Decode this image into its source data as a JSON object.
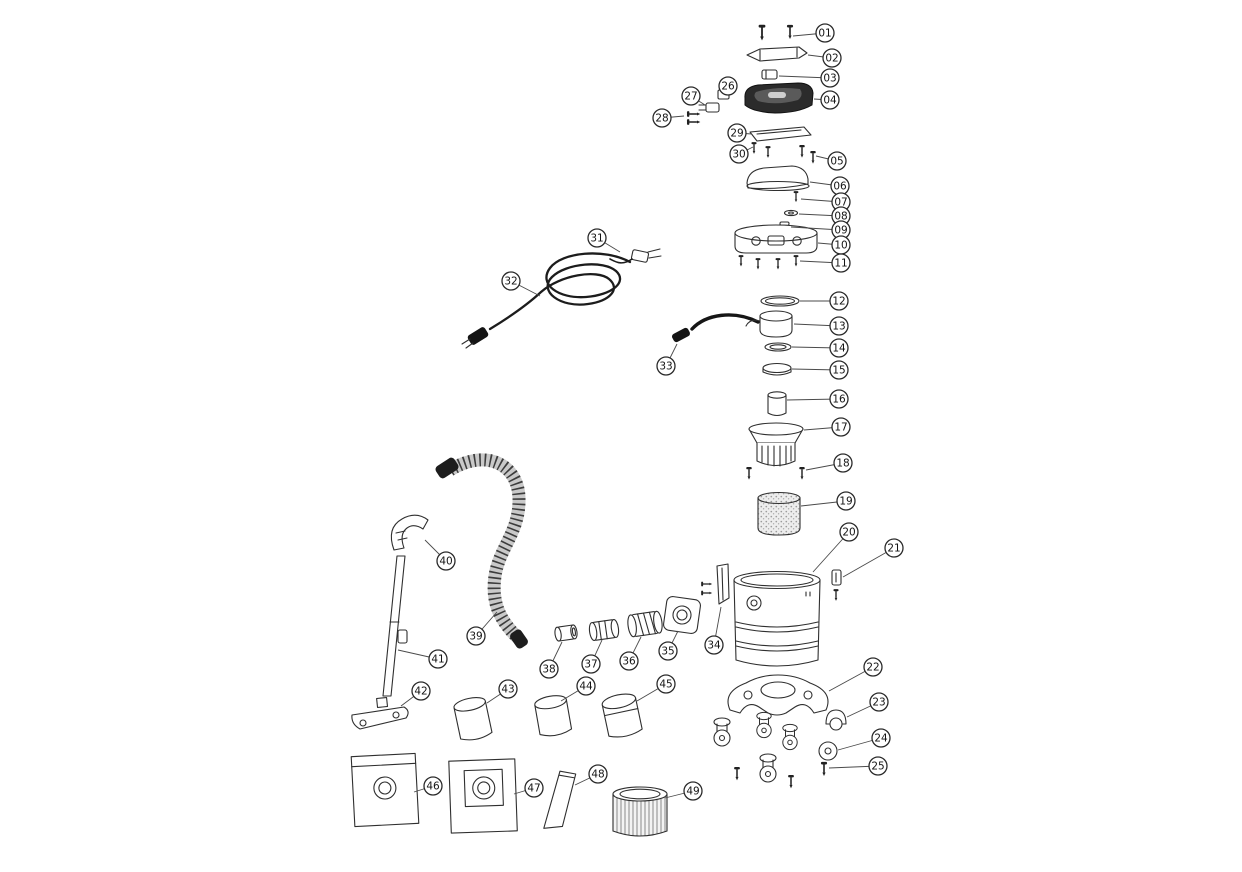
{
  "diagram": {
    "ink_color": "#2f2f2f",
    "background_color": "#ffffff",
    "callouts": [
      {
        "label": "01"
      },
      {
        "label": "02"
      },
      {
        "label": "03"
      },
      {
        "label": "04"
      },
      {
        "label": "05"
      },
      {
        "label": "06"
      },
      {
        "label": "07"
      },
      {
        "label": "08"
      },
      {
        "label": "09"
      },
      {
        "label": "10"
      },
      {
        "label": "11"
      },
      {
        "label": "12"
      },
      {
        "label": "13"
      },
      {
        "label": "14"
      },
      {
        "label": "15"
      },
      {
        "label": "16"
      },
      {
        "label": "17"
      },
      {
        "label": "18"
      },
      {
        "label": "19"
      },
      {
        "label": "20"
      },
      {
        "label": "21"
      },
      {
        "label": "22"
      },
      {
        "label": "23"
      },
      {
        "label": "24"
      },
      {
        "label": "25"
      },
      {
        "label": "26"
      },
      {
        "label": "27"
      },
      {
        "label": "28"
      },
      {
        "label": "29"
      },
      {
        "label": "30"
      },
      {
        "label": "31"
      },
      {
        "label": "32"
      },
      {
        "label": "33"
      },
      {
        "label": "34"
      },
      {
        "label": "35"
      },
      {
        "label": "36"
      },
      {
        "label": "37"
      },
      {
        "label": "38"
      },
      {
        "label": "39"
      },
      {
        "label": "40"
      },
      {
        "label": "41"
      },
      {
        "label": "42"
      },
      {
        "label": "43"
      },
      {
        "label": "44"
      },
      {
        "label": "45"
      },
      {
        "label": "46"
      },
      {
        "label": "47"
      },
      {
        "label": "48"
      },
      {
        "label": "49"
      }
    ]
  }
}
